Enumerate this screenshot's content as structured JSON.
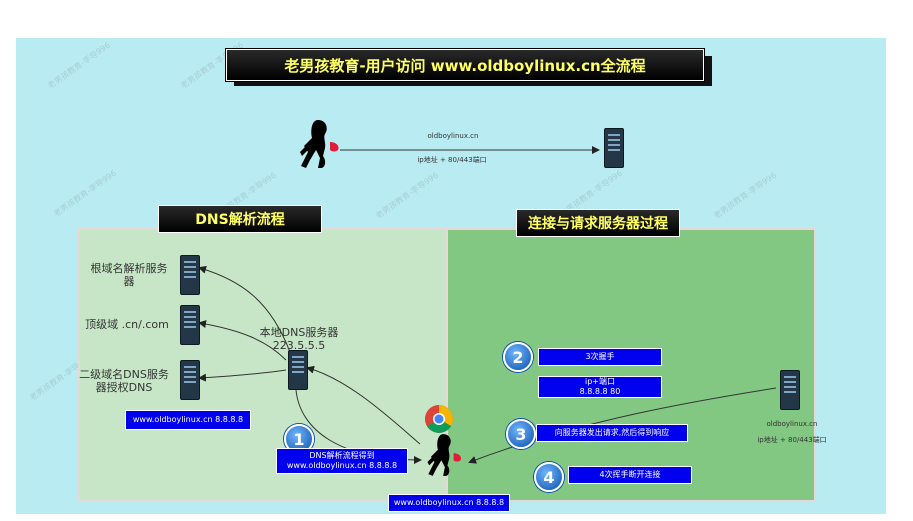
{
  "title": "老男孩教育-用户访问 www.oldboylinux.cn全流程",
  "top_flow": {
    "domain": "oldboylinux.cn",
    "ip_port": "ip地址 + 80/443端口"
  },
  "dns_section": {
    "title": "DNS解析流程",
    "root": "根域名解析服务器",
    "tld": "顶级域 .cn/.com",
    "second": "二级域名DNS服务器授权DNS",
    "local_dns_name": "本地DNS服务器",
    "local_dns_ip": "223.5.5.5",
    "result_box": "www.oldboylinux.cn  8.8.8.8"
  },
  "step1": {
    "num": "1",
    "text_line1": "DNS解析流程得到",
    "text_line2": "www.oldboylinux.cn  8.8.8.8"
  },
  "connect_section": {
    "title": "连接与请求服务器过程",
    "step2_num": "2",
    "step2_label": "3次握手",
    "ip_port_label_line1": "ip+端口",
    "ip_port_label_line2": "8.8.8.8  80",
    "step3_num": "3",
    "step3_label": "向服务器发出请求,然后得到响应",
    "step4_num": "4",
    "step4_label": "4次挥手断开连接",
    "server_domain": "oldboylinux.cn",
    "server_ip_port": "ip地址  + 80/443端口"
  },
  "bottom_box": "www.oldboylinux.cn  8.8.8.8",
  "watermark": "老男孩教育-李导996",
  "colors": {
    "canvas_bg": "#b8ecf2",
    "left_panel": "#c7e6c7",
    "right_panel": "#82c882",
    "title_text": "#ffff66",
    "box_blue": "#0000ee"
  }
}
